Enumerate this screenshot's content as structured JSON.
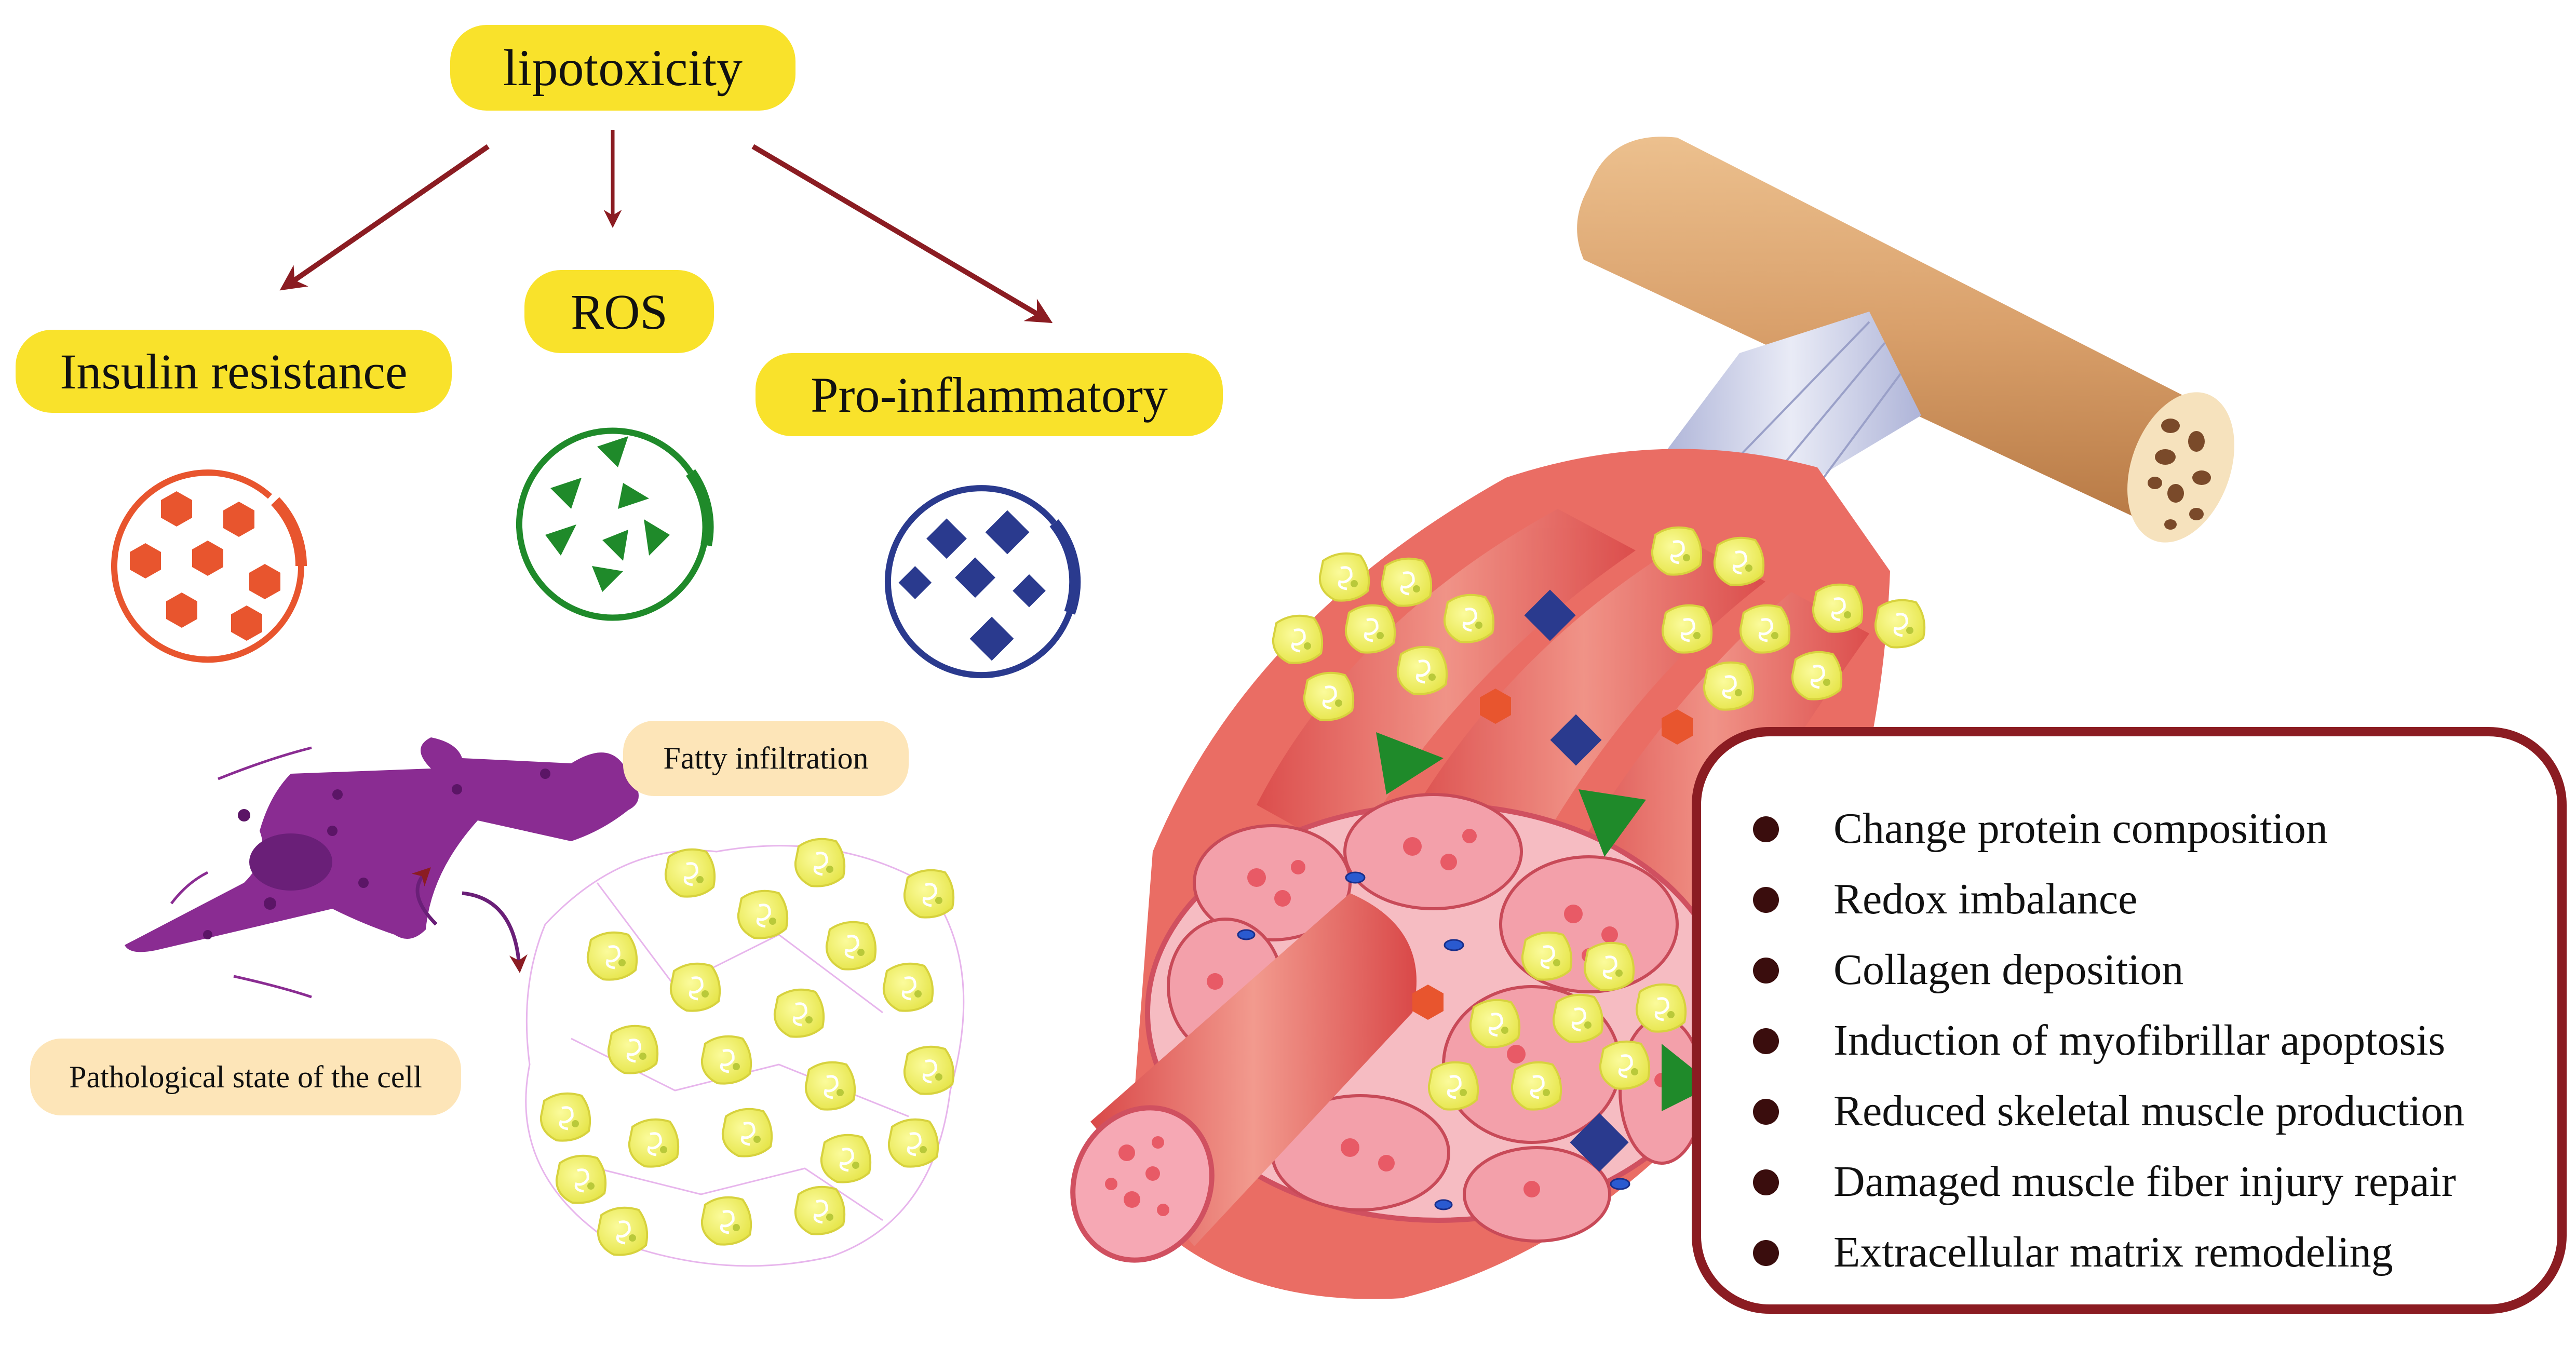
{
  "title": "lipotoxicity",
  "branches": {
    "insulin_resistance": "Insulin resistance",
    "ros": "ROS",
    "pro_inflammatory": "Pro-inflammatory"
  },
  "cell_labels": {
    "fatty_infiltration": "Fatty infiltration",
    "pathological_state": "Pathological state of the cell"
  },
  "effects": [
    "Change protein composition",
    "Redox imbalance",
    "Collagen deposition",
    "Induction of myofibrillar apoptosis",
    "Reduced skeletal muscle production",
    "Damaged muscle fiber injury repair",
    "Extracellular matrix remodeling"
  ],
  "colors": {
    "yellow_pill": "#f9e22b",
    "cream_pill": "#fde5b8",
    "arrow": "#8b1c22",
    "insulin_orange": "#e8552e",
    "ros_green": "#1f8a2a",
    "inflammatory_blue": "#2a3a8e",
    "muscle_red": "#e8605a",
    "bone_tan": "#d9a06b",
    "fat_yellow": "#eef06a",
    "cell_purple": "#8a2c92"
  }
}
